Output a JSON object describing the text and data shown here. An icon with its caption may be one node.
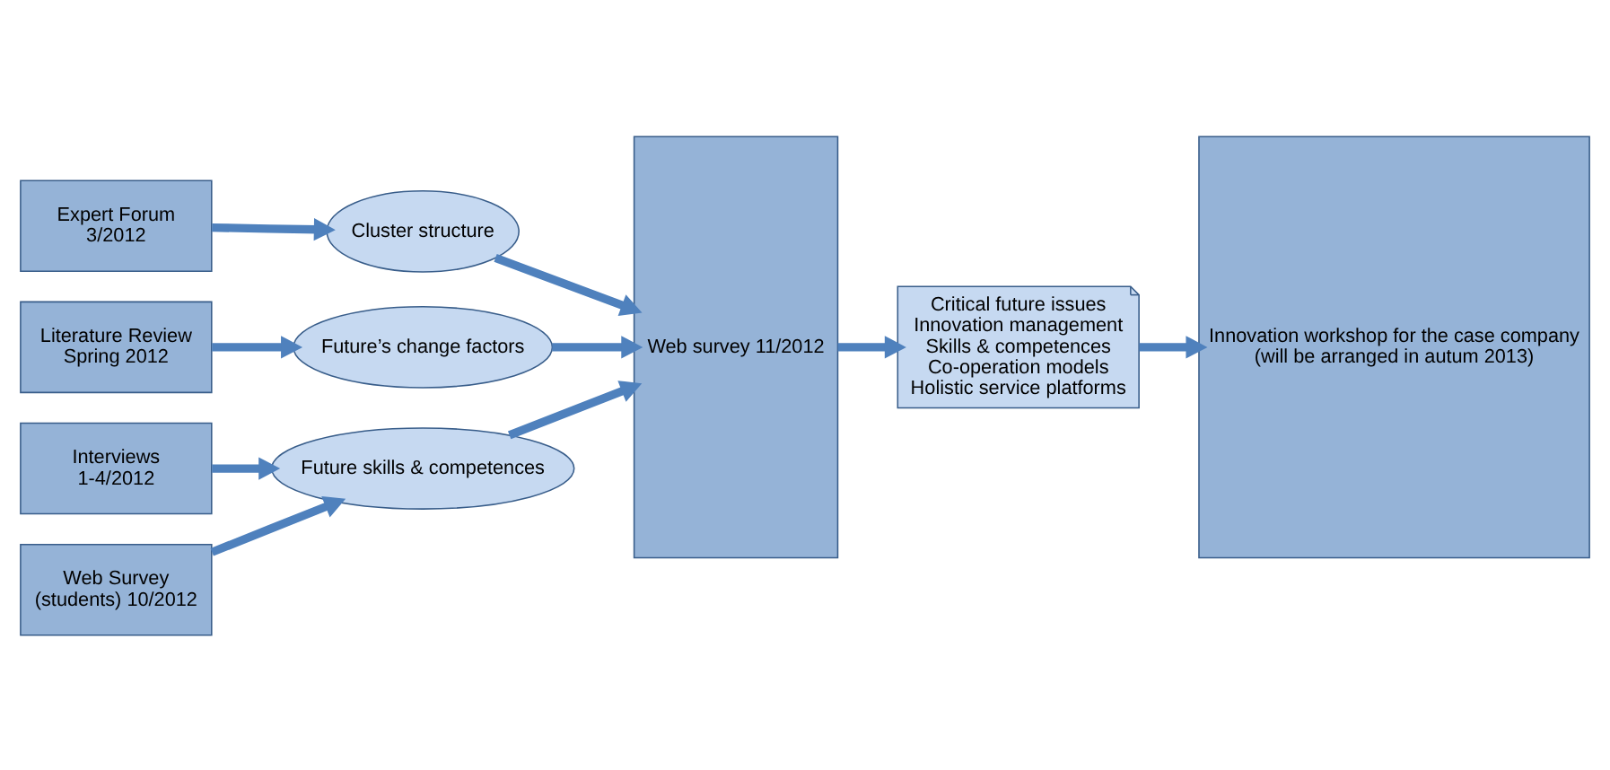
{
  "diagram": {
    "nodes": [
      {
        "text": [
          "Expert Forum",
          "3/2012"
        ]
      },
      {
        "text": [
          "Literature Review",
          "Spring 2012"
        ]
      },
      {
        "text": [
          "Interviews",
          "1-4/2012"
        ]
      },
      {
        "text": [
          "Web Survey",
          "(students) 10/2012"
        ]
      },
      {
        "text": [
          "Cluster structure"
        ]
      },
      {
        "text": [
          "Future’s change factors"
        ]
      },
      {
        "text": [
          "Future skills & competences"
        ]
      },
      {
        "text": [
          "Web survey 11/2012"
        ]
      },
      {
        "text": [
          "Critical future issues",
          "Innovation management",
          "Skills & competences",
          "Co-operation models",
          "Holistic service platforms"
        ]
      },
      {
        "text": [
          "Innovation workshop for the case company",
          "(will be arranged in autum 2013)"
        ]
      }
    ],
    "edges": [
      {
        "from": 0,
        "to": 4,
        "arrow": "to"
      },
      {
        "from": 1,
        "to": 5,
        "arrow": "to"
      },
      {
        "from": 2,
        "to": 6,
        "arrow": "to"
      },
      {
        "from": 3,
        "to": 6,
        "arrow": "to"
      },
      {
        "from": 4,
        "to": 7,
        "arrow": "to"
      },
      {
        "from": 5,
        "to": 7,
        "arrow": "to"
      },
      {
        "from": 6,
        "to": 7,
        "arrow": "to"
      },
      {
        "from": 7,
        "to": 8,
        "arrow": "to"
      },
      {
        "from": 8,
        "to": 9,
        "arrow": "to"
      }
    ]
  }
}
